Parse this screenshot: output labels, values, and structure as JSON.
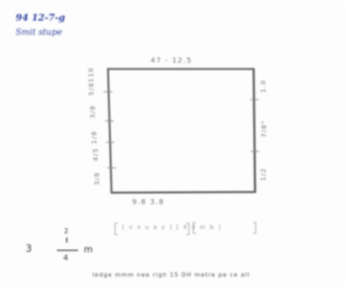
{
  "header": {
    "line1": "94 12-7-g",
    "line2": "Smit stupe"
  },
  "drawing": {
    "top_dim": "47 - 12.5",
    "right_dims": [
      "1.0",
      "7/8\"",
      "1/2"
    ],
    "left_dims": [
      "110",
      "5/8",
      "3/8",
      "1/8",
      "4/5",
      "3/8"
    ],
    "bottom_dim": "9.8   3.8"
  },
  "caption": "[ v x u a y ]   [ 4 3 m b ]",
  "formula": {
    "lhs": "3",
    "numerator": "2",
    "denominator": "4",
    "rhs": "m"
  },
  "footnote": "ledge mmm nee righ 15 DH metre pe ce all"
}
